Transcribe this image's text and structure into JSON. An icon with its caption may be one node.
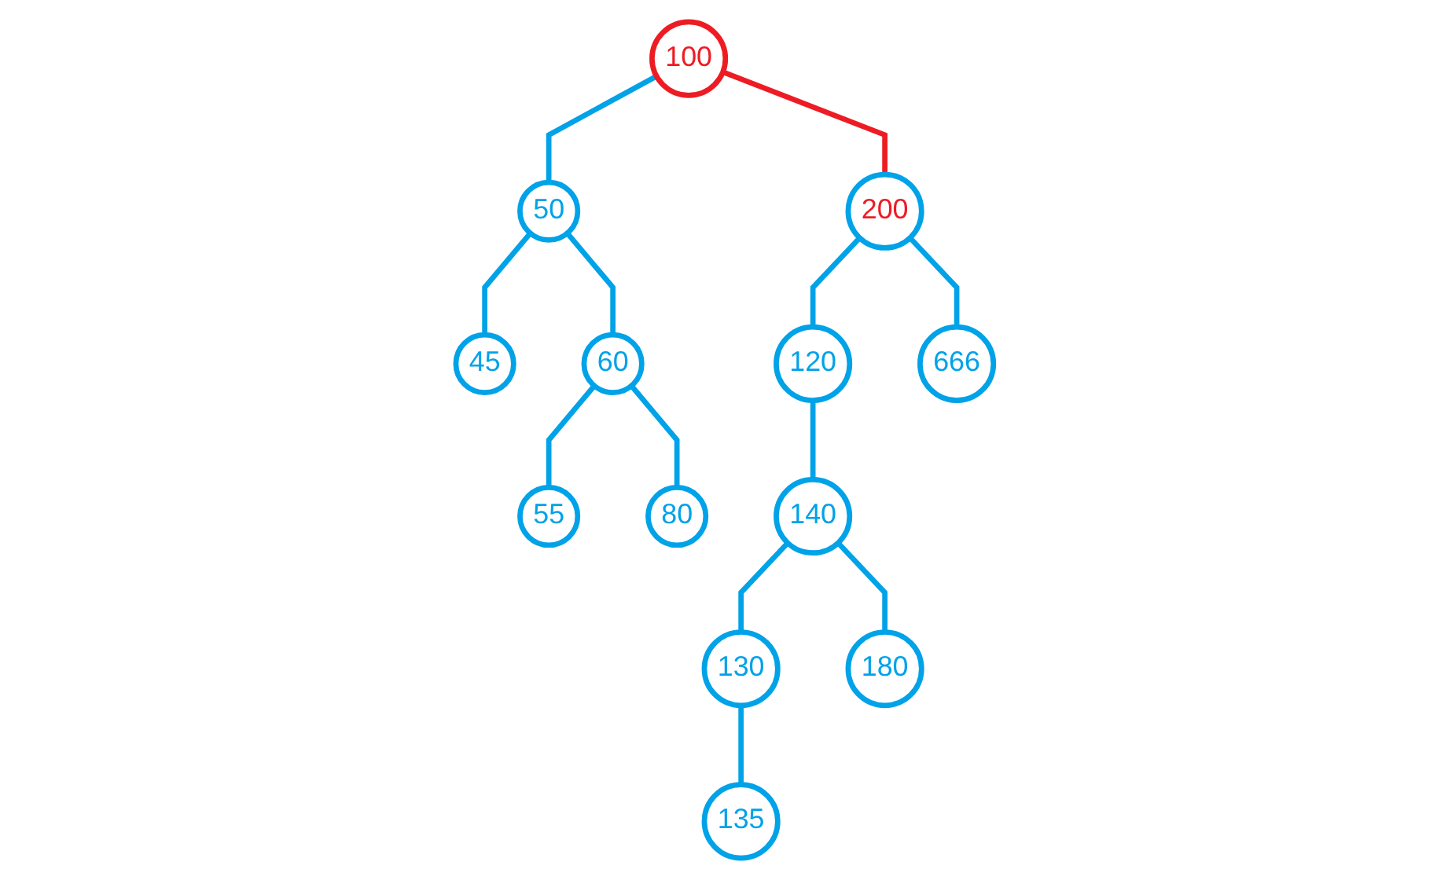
{
  "diagram": {
    "nodes": [
      {
        "text": [
          "100"
        ]
      },
      {
        "text": [
          "50"
        ]
      },
      {
        "text": [
          "200"
        ]
      },
      {
        "text": [
          "45"
        ]
      },
      {
        "text": [
          "60"
        ]
      },
      {
        "text": [
          "120"
        ]
      },
      {
        "text": [
          "666"
        ]
      },
      {
        "text": [
          "55"
        ]
      },
      {
        "text": [
          "80"
        ]
      },
      {
        "text": [
          "140"
        ]
      },
      {
        "text": [
          "130"
        ]
      },
      {
        "text": [
          "180"
        ]
      },
      {
        "text": [
          "135"
        ]
      }
    ],
    "edges": [
      {
        "from": 0,
        "to": 1,
        "arrow": "none"
      },
      {
        "from": 0,
        "to": 2,
        "arrow": "none",
        "color": "#ed1c24"
      },
      {
        "from": 1,
        "to": 3,
        "arrow": "none"
      },
      {
        "from": 1,
        "to": 4,
        "arrow": "none"
      },
      {
        "from": 2,
        "to": 5,
        "arrow": "none"
      },
      {
        "from": 2,
        "to": 6,
        "arrow": "none"
      },
      {
        "from": 4,
        "to": 7,
        "arrow": "none"
      },
      {
        "from": 4,
        "to": 8,
        "arrow": "none"
      },
      {
        "from": 5,
        "to": 9,
        "arrow": "none"
      },
      {
        "from": 9,
        "to": 10,
        "arrow": "none"
      },
      {
        "from": 9,
        "to": 11,
        "arrow": "none"
      },
      {
        "from": 10,
        "to": 12,
        "arrow": "none"
      }
    ]
  }
}
